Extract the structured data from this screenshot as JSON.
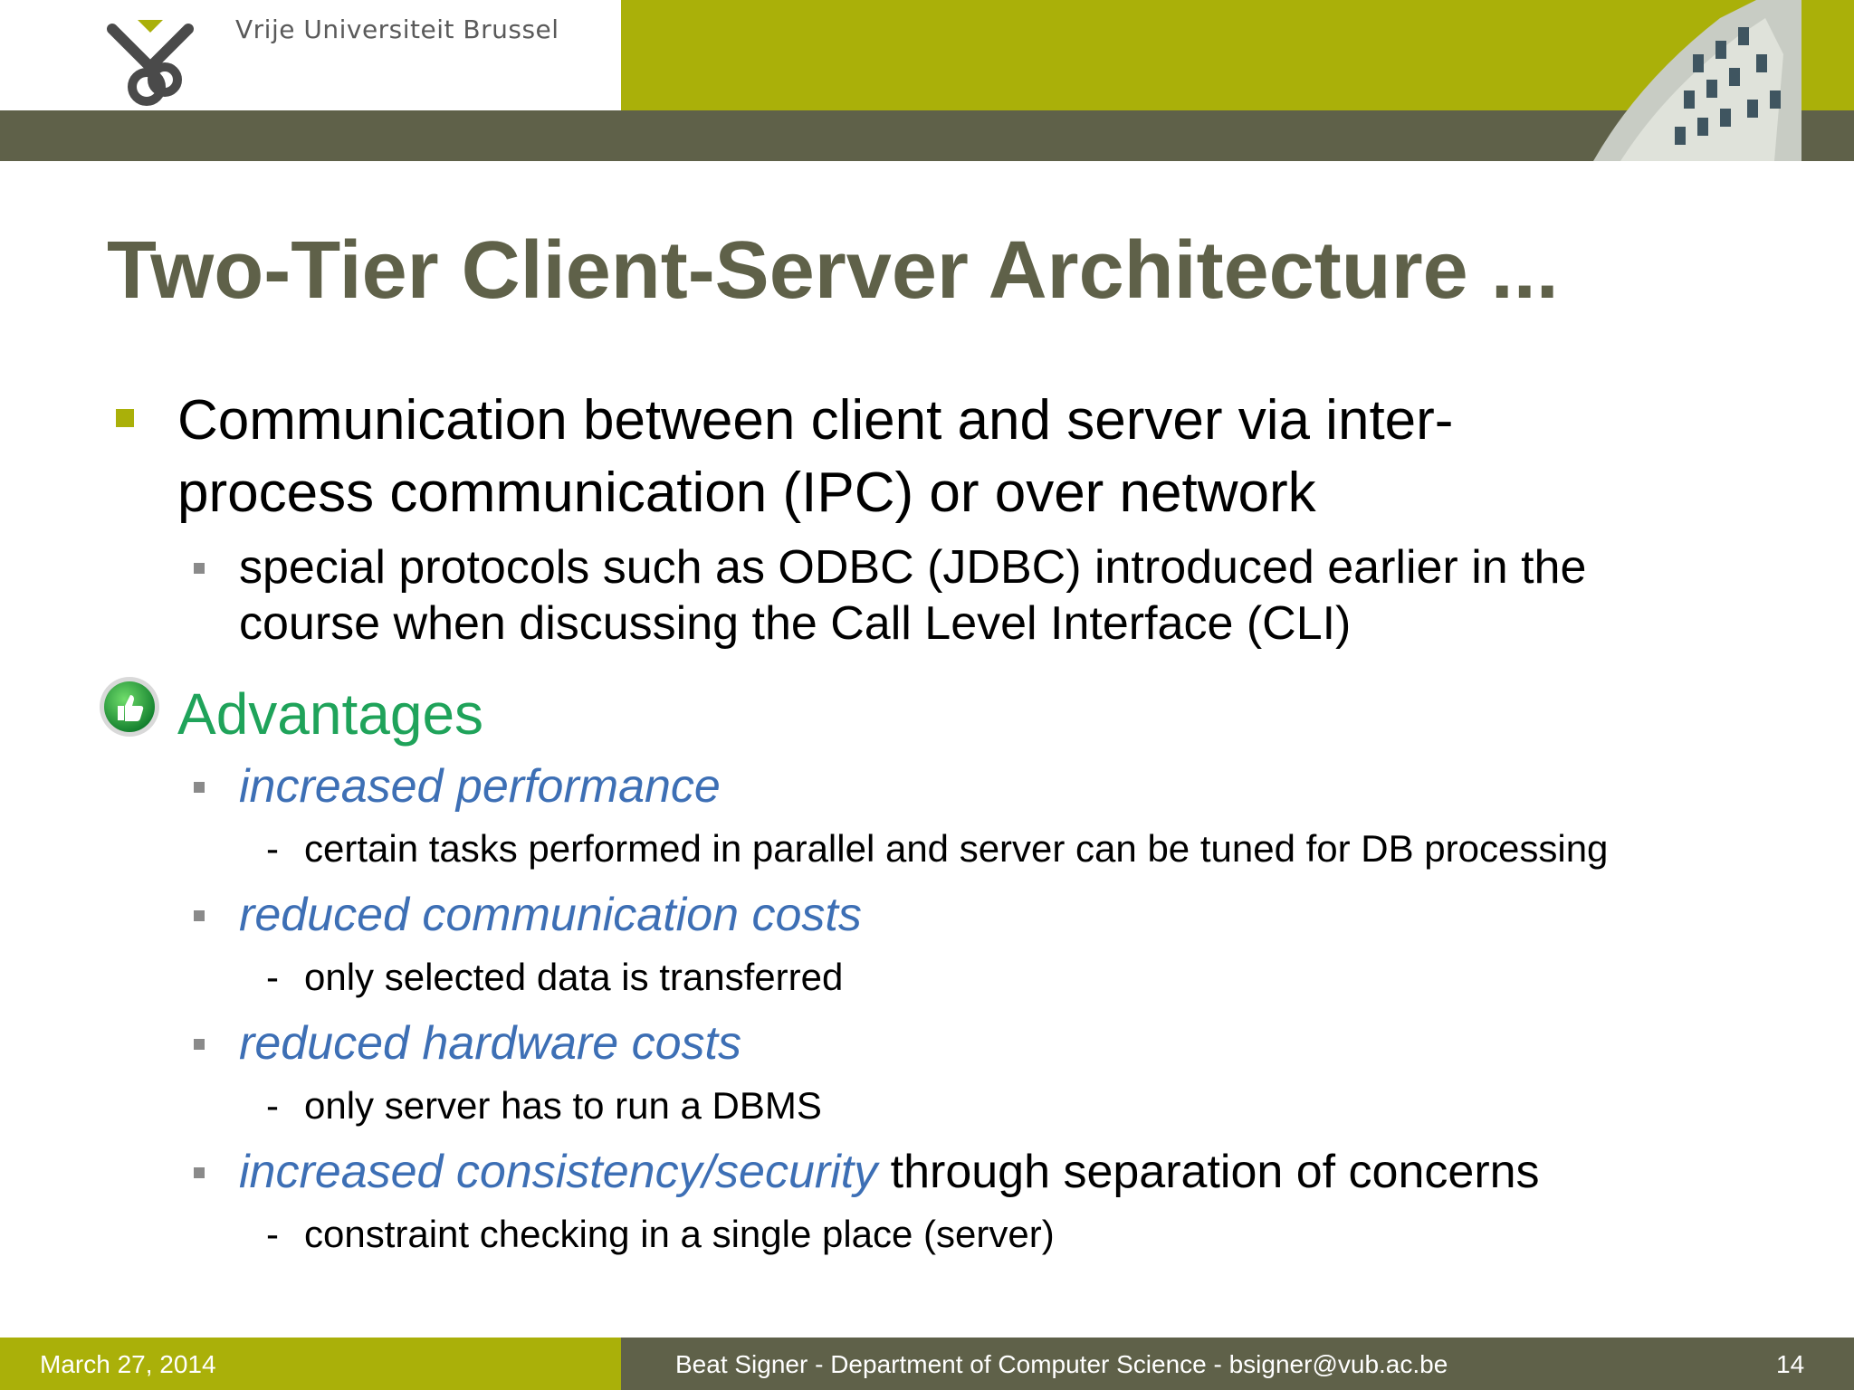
{
  "header": {
    "university": "Vrije Universiteit Brussel"
  },
  "slide": {
    "title": "Two-Tier Client-Server Architecture ...",
    "bullet1": {
      "line1": "Communication between client and server via inter-",
      "line2": "process communication (IPC) or over network",
      "sub_line1": "special protocols such as ODBC (JDBC) introduced earlier in the",
      "sub_line2": "course when discussing the Call Level Interface (CLI)"
    },
    "advantages_heading": "Advantages",
    "advantages": [
      {
        "title": "increased performance",
        "suffix": "",
        "detail": "certain tasks performed in parallel and server can be tuned for DB processing"
      },
      {
        "title": "reduced communication costs",
        "suffix": "",
        "detail": "only selected data is transferred"
      },
      {
        "title": "reduced hardware costs",
        "suffix": "",
        "detail": "only server has to run a DBMS"
      },
      {
        "title": "increased consistency/security",
        "suffix": " through separation of concerns",
        "detail": "constraint checking in a single place (server)"
      }
    ],
    "dash": "-"
  },
  "footer": {
    "date": "March 27, 2014",
    "center": "Beat Signer - Department of Computer Science - bsigner@vub.ac.be",
    "page": "14"
  },
  "colors": {
    "olive": "#aab009",
    "dark_olive": "#5f6149",
    "advantage_green": "#1fa35a",
    "italic_blue": "#3d6fb5"
  },
  "icons": {
    "logo": "vub-logo-icon",
    "building": "building-photo-icon",
    "thumbs_up": "thumbs-up-icon"
  }
}
